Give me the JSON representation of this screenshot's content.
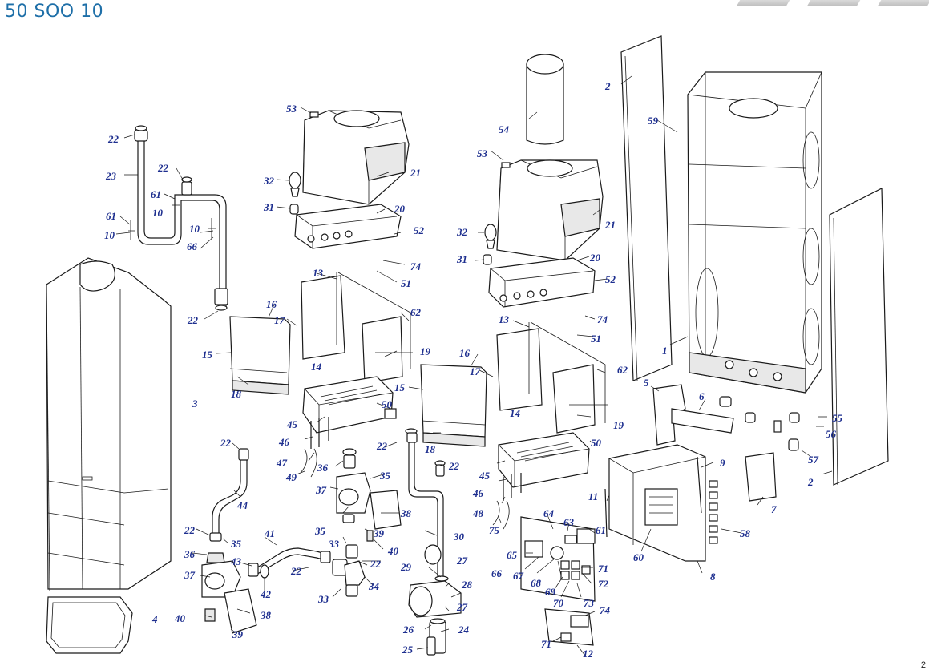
{
  "header": {
    "title": "50 SOO 10",
    "page_number": "2"
  },
  "callouts": [
    "22",
    "23",
    "22",
    "61",
    "10",
    "61",
    "10",
    "10",
    "66",
    "22",
    "53",
    "32",
    "31",
    "21",
    "20",
    "52",
    "74",
    "51",
    "13",
    "16",
    "17",
    "15",
    "14",
    "62",
    "19",
    "18",
    "50",
    "45",
    "46",
    "47",
    "49",
    "3",
    "4",
    "22",
    "44",
    "22",
    "35",
    "36",
    "37",
    "40",
    "38",
    "39",
    "41",
    "43",
    "42",
    "22",
    "33",
    "34",
    "22",
    "35",
    "36",
    "37",
    "38",
    "39",
    "35",
    "40",
    "33",
    "22",
    "22",
    "30",
    "29",
    "27",
    "28",
    "27",
    "26",
    "24",
    "25",
    "54",
    "53",
    "32",
    "31",
    "21",
    "20",
    "52",
    "74",
    "51",
    "13",
    "16",
    "17",
    "15",
    "14",
    "62",
    "19",
    "18",
    "50",
    "45",
    "46",
    "48",
    "75",
    "2",
    "59",
    "1",
    "5",
    "6",
    "55",
    "56",
    "57",
    "2",
    "9",
    "11",
    "7",
    "8",
    "58",
    "60",
    "61",
    "64",
    "63",
    "65",
    "66",
    "67",
    "68",
    "71",
    "72",
    "69",
    "70",
    "73",
    "74",
    "71",
    "12"
  ]
}
